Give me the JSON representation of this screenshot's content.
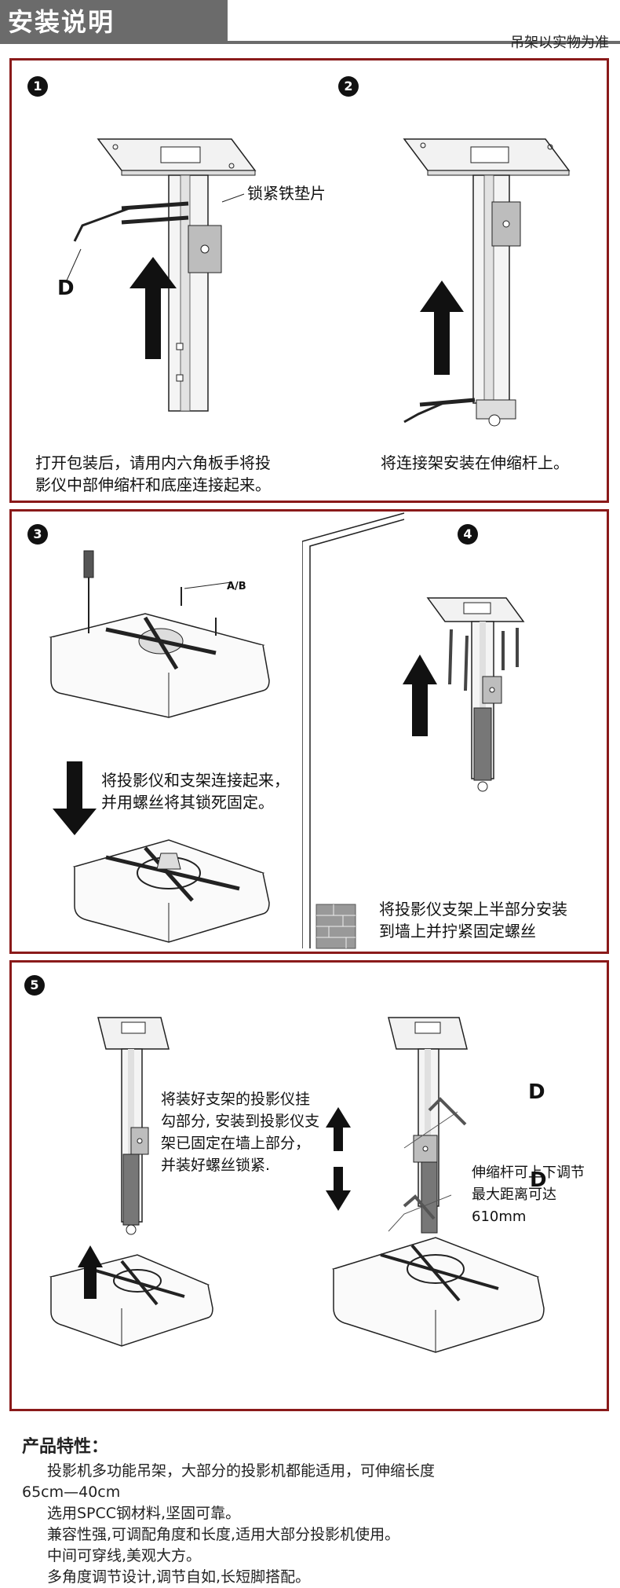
{
  "header": {
    "title": "安装说明",
    "note": "吊架以实物为准"
  },
  "steps": [
    {
      "num": "1",
      "caption_line1": "打开包装后，请用内六角板手将投",
      "caption_line2": "影仪中部伸缩杆和底座连接起来。",
      "label_washer": "锁紧铁垫片",
      "label_d": "D"
    },
    {
      "num": "2",
      "caption_line1": "将连接架安装在伸缩杆上。"
    },
    {
      "num": "3",
      "caption_line1": "将投影仪和支架连接起来，",
      "caption_line2": "并用螺丝将其锁死固定。",
      "label_ab": "A/B"
    },
    {
      "num": "4",
      "caption_line1": "将投影仪支架上半部分安装",
      "caption_line2": "到墙上并拧紧固定螺丝"
    },
    {
      "num": "5",
      "caption_a_line1": "将装好支架的投影仪挂",
      "caption_a_line2": "勾部分, 安装到投影仪支",
      "caption_a_line3": "架已固定在墙上部分，",
      "caption_a_line4": "并装好螺丝锁紧.",
      "caption_b_line1": "伸缩杆可上下调节",
      "caption_b_line2": "最大距离可达610mm",
      "label_d1": "D",
      "label_d2": "D"
    }
  ],
  "features": {
    "title": "产品特性：",
    "line1": "投影机多功能吊架，大部分的投影机都能适用，可伸缩长度",
    "line1b": "65cm—40cm",
    "line2": "选用SPCC钢材料,坚固可靠。",
    "line3": "兼容性强,可调配角度和长度,适用大部分投影机使用。",
    "line4": "中间可穿线,美观大方。",
    "line5": "多角度调节设计,调节自如,长短脚搭配。"
  },
  "colors": {
    "border": "#8a1a1a",
    "title_bg": "#6b6b6b"
  }
}
